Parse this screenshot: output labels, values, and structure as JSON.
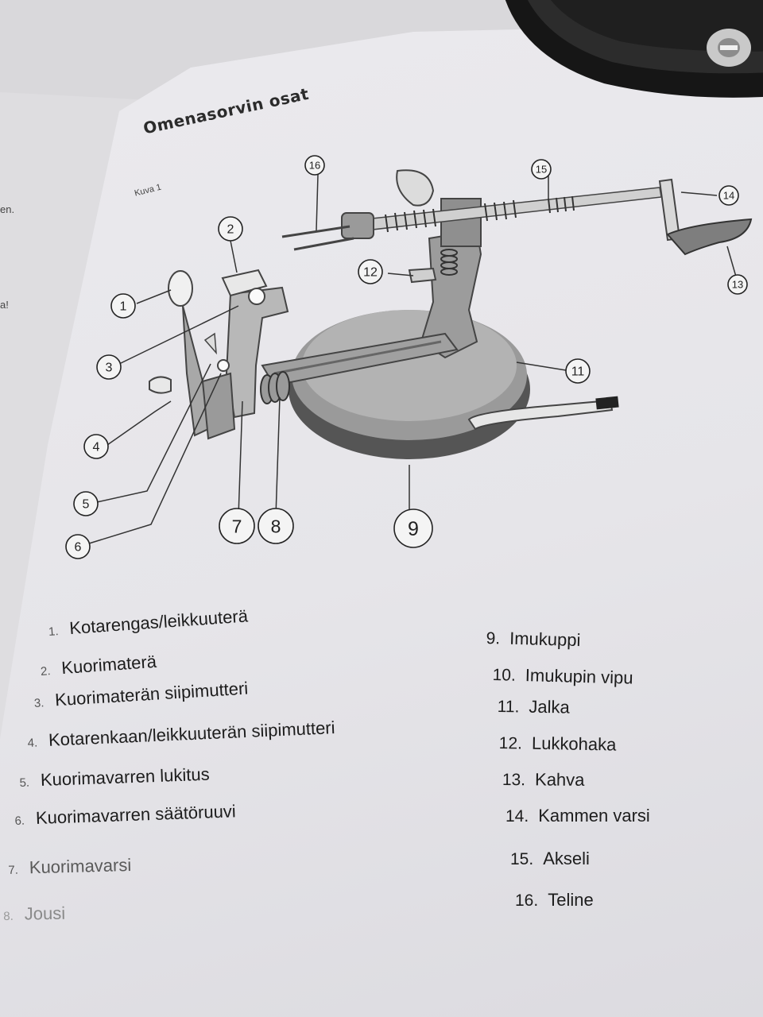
{
  "left_page": {
    "fragments": [
      "en.",
      "a!"
    ]
  },
  "document": {
    "title": "Omenasorvin osat",
    "figure_label": "Kuva 1"
  },
  "callouts": [
    "1",
    "2",
    "3",
    "4",
    "5",
    "6",
    "7",
    "8",
    "9",
    "11",
    "12",
    "13",
    "14",
    "15",
    "16"
  ],
  "parts": [
    {
      "num": "1.",
      "label": "Kotarengas/leikkuuterä"
    },
    {
      "num": "2.",
      "label": "Kuorimaterä"
    },
    {
      "num": "3.",
      "label": "Kuorimaterän siipimutteri"
    },
    {
      "num": "4.",
      "label": "Kotarenkaan/leikkuuterän siipimutteri"
    },
    {
      "num": "5.",
      "label": "Kuorimavarren lukitus"
    },
    {
      "num": "6.",
      "label": "Kuorimavarren säätöruuvi"
    },
    {
      "num": "7.",
      "label": "Kuorimavarsi"
    },
    {
      "num": "8.",
      "label": "Jousi"
    },
    {
      "num": "9.",
      "label": "Imukuppi"
    },
    {
      "num": "10.",
      "label": "Imukupin vipu"
    },
    {
      "num": "11.",
      "label": "Jalka"
    },
    {
      "num": "12.",
      "label": "Lukkohaka"
    },
    {
      "num": "13.",
      "label": "Kahva"
    },
    {
      "num": "14.",
      "label": "Kammen varsi"
    },
    {
      "num": "15.",
      "label": "Akseli"
    },
    {
      "num": "16.",
      "label": "Teline"
    }
  ]
}
